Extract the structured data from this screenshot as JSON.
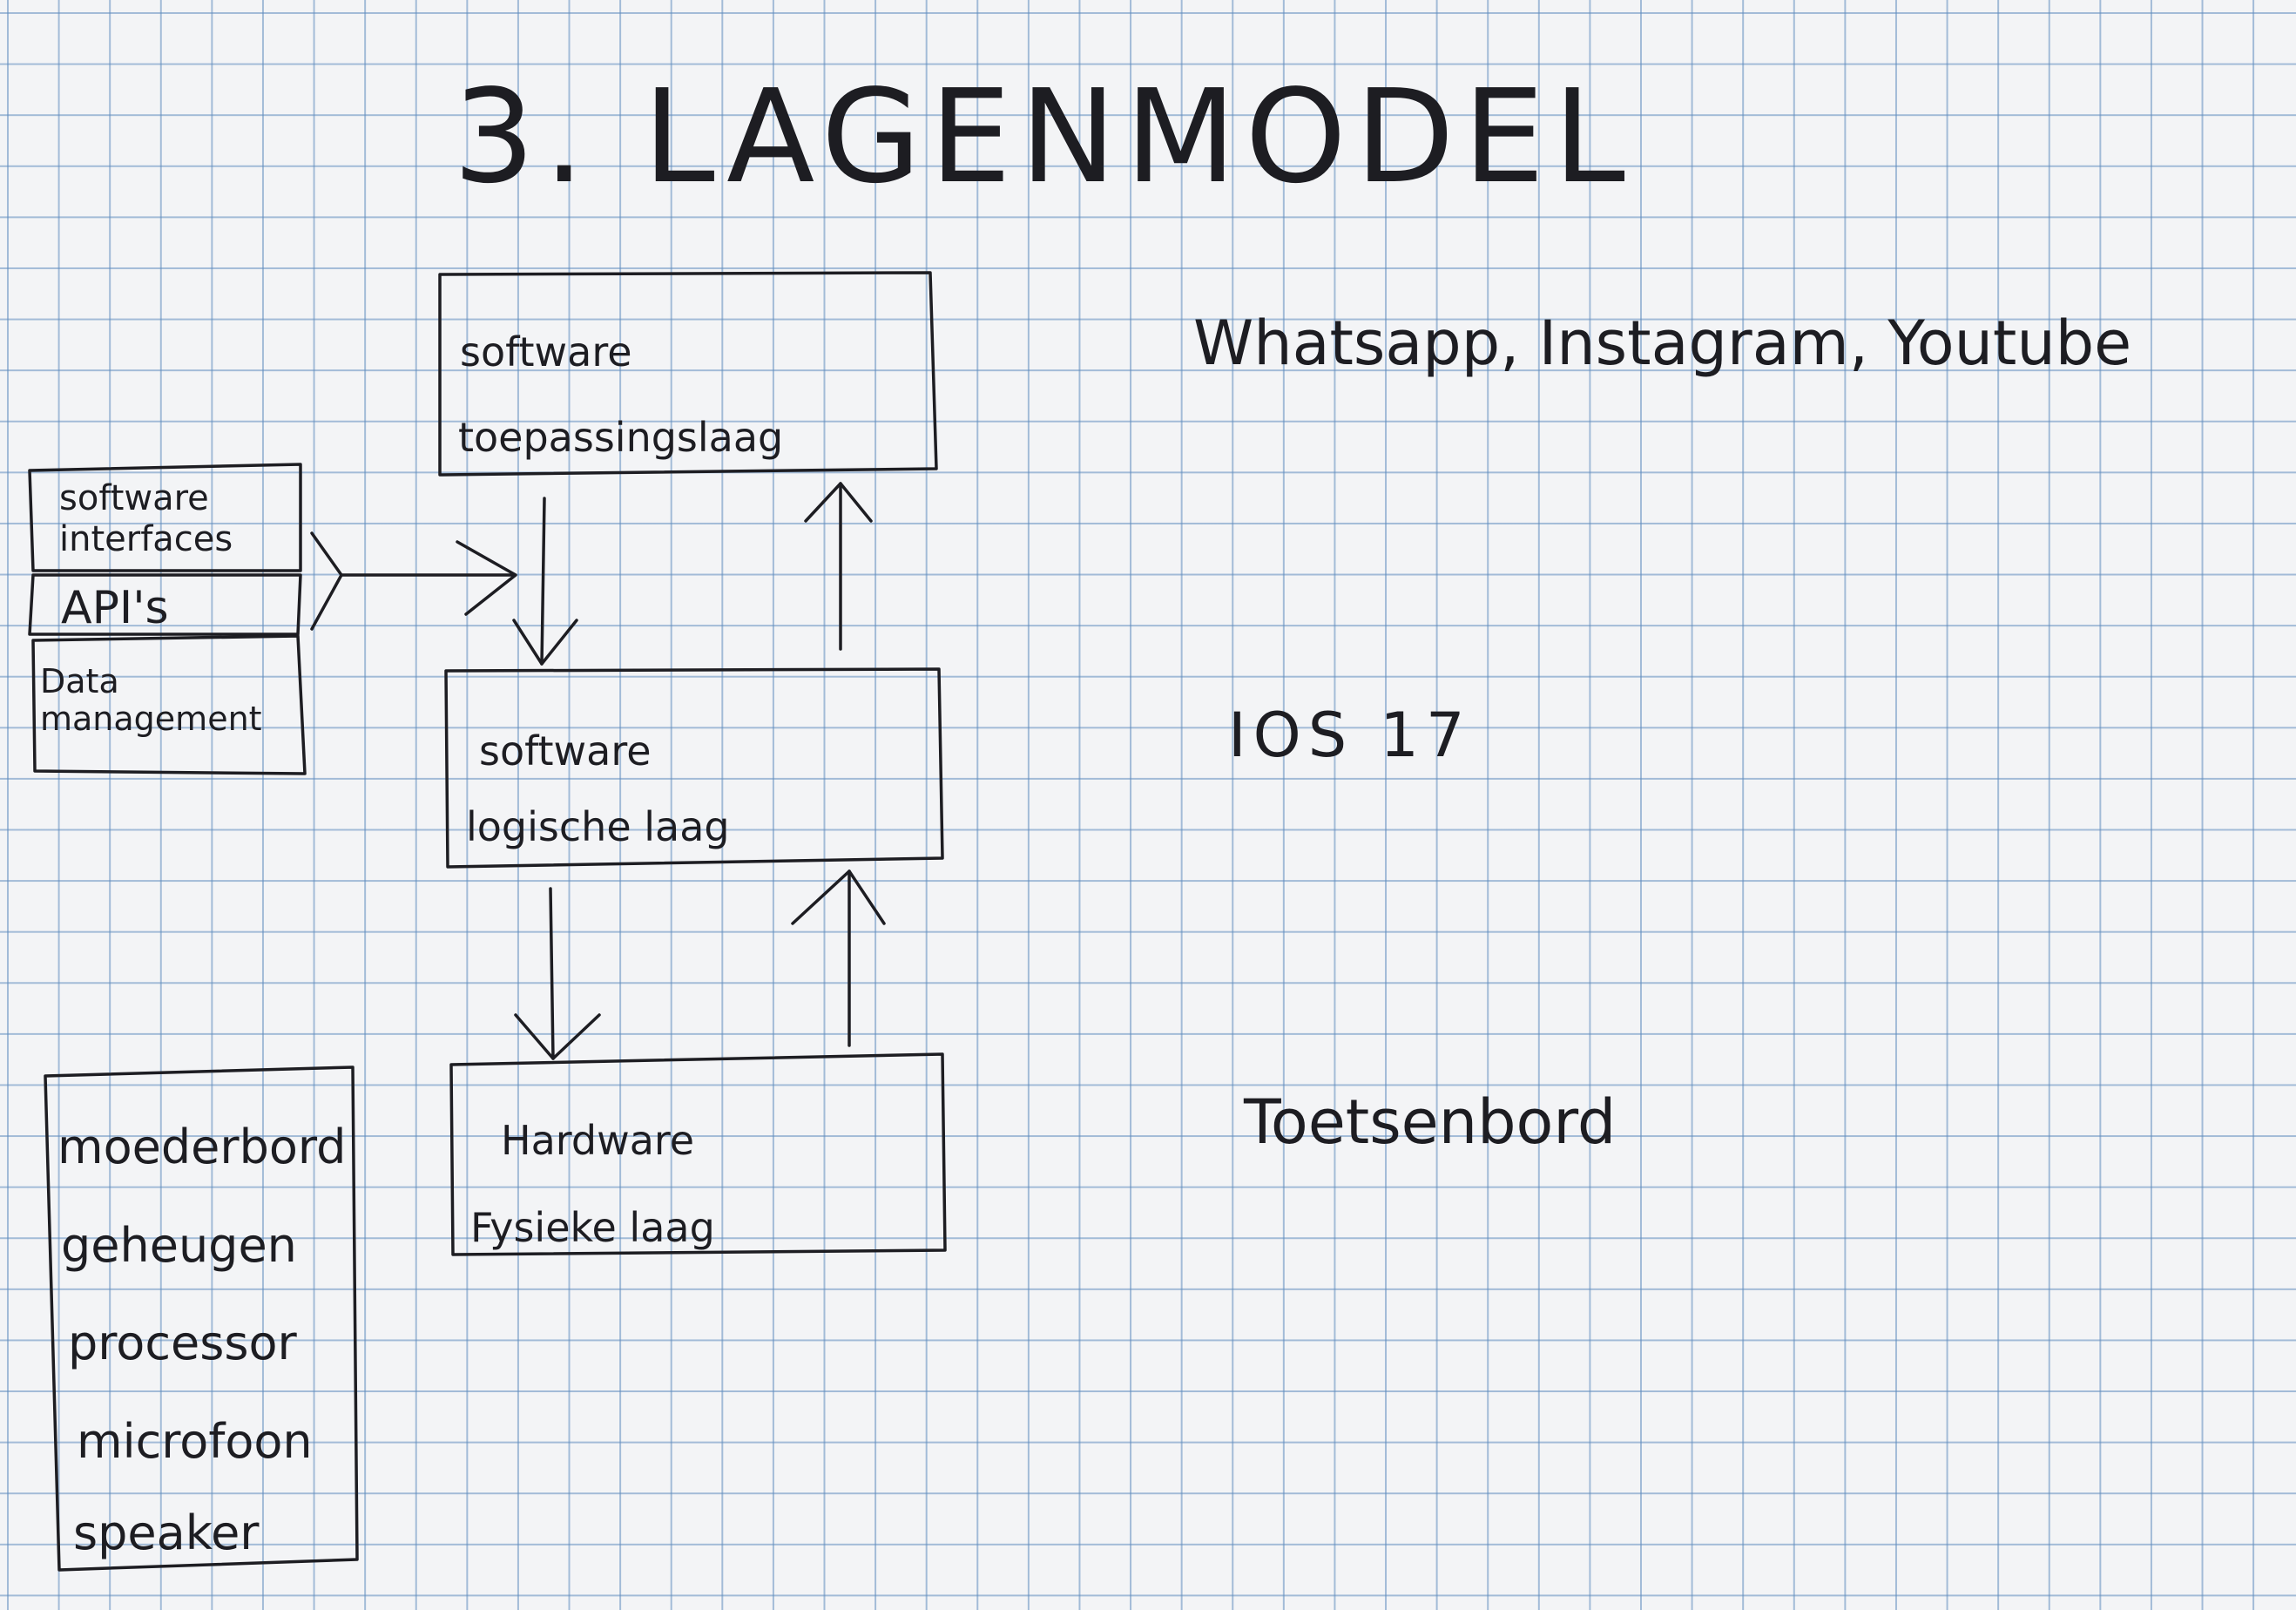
{
  "title": "3. LAGENMODEL",
  "layers": [
    {
      "line1": "software",
      "line2": "toepassingslaag",
      "example": "Whatsapp, Instagram, Youtube"
    },
    {
      "line1": "software",
      "line2": "logische laag",
      "example": "IOS 17"
    },
    {
      "line1": "Hardware",
      "line2": "Fysieke laag",
      "example": "Toetsenbord"
    }
  ],
  "interface_box": {
    "software_interfaces": [
      "software",
      "interfaces"
    ],
    "apis": "API's",
    "data_management": [
      "Data",
      "management"
    ]
  },
  "hardware_components": [
    "moederbord",
    "geheugen",
    "processor",
    "microfoon",
    "speaker"
  ]
}
